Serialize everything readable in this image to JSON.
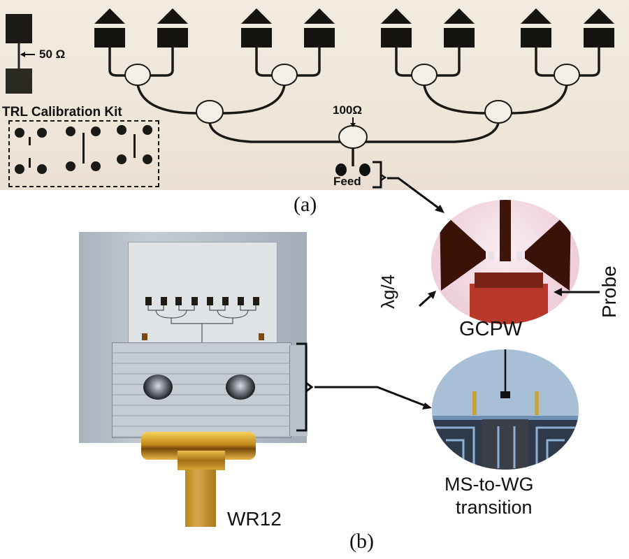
{
  "panel_a": {
    "label": "(a)",
    "annotations": {
      "impedance_50": "50 Ω",
      "impedance_100": "100Ω",
      "calibration_kit": "TRL Calibration Kit",
      "feed": "Feed"
    },
    "antenna_elements": 8,
    "colors": {
      "board": "#efe6da",
      "metal": "#111111"
    }
  },
  "panel_b": {
    "label": "(b)",
    "annotations": {
      "waveguide": "WR12"
    },
    "colors": {
      "fixture": "#b3bcc6",
      "flange": "#d4a02e"
    }
  },
  "insets": {
    "gcpw": {
      "title": "GCPW",
      "lambda_label": "λg/4",
      "probe_label": "Probe",
      "colors": {
        "stub": "#3b1208",
        "probe": "#c0392b"
      }
    },
    "transition": {
      "title_line1": "MS-to-WG",
      "title_line2": "transition",
      "colors": {
        "background": "#a9bfd6"
      }
    }
  }
}
